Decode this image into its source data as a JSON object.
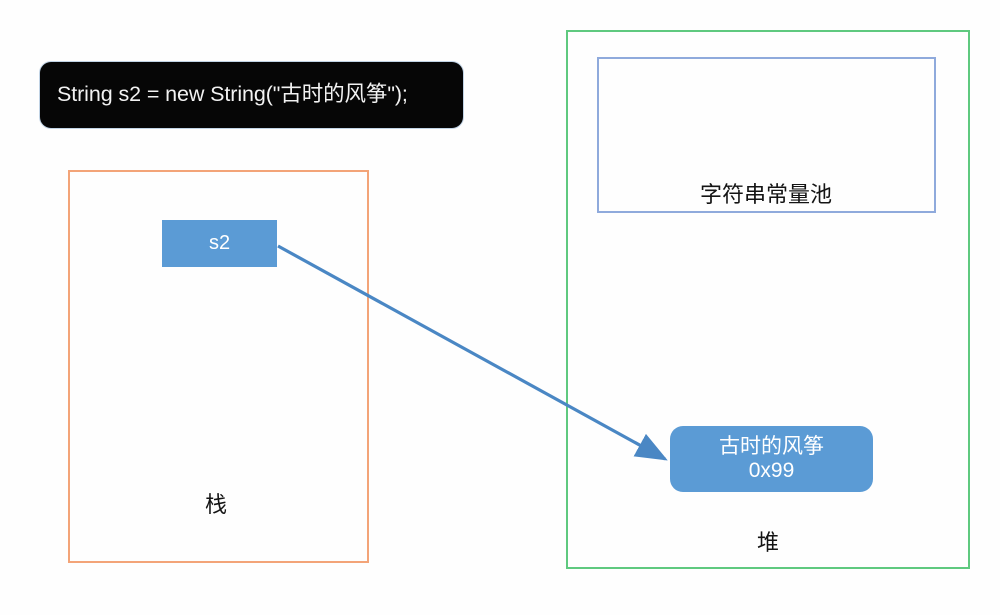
{
  "diagram": {
    "title_code": "String s2 = new String(\"古时的风筝\");",
    "colors": {
      "accent_blue": "#5b9bd5",
      "arrow_blue": "#4a87c4",
      "stack_border": "#f3a478",
      "heap_border": "#5fc97f",
      "pool_border": "#8faadc",
      "callout_bg": "#060606",
      "callout_text": "#f2f2f2",
      "background": "#fefefe"
    },
    "regions": {
      "stack": {
        "label": "栈"
      },
      "heap": {
        "label": "堆"
      },
      "string_constant_pool": {
        "label": "字符串常量池"
      }
    },
    "nodes": {
      "stack_variable": {
        "label": "s2"
      },
      "heap_object": {
        "line1": "古时的风筝",
        "line2": "0x99"
      }
    },
    "arrow": {
      "name": "reference-arrow",
      "from": "s2",
      "to": "古时的风筝 0x99"
    }
  }
}
